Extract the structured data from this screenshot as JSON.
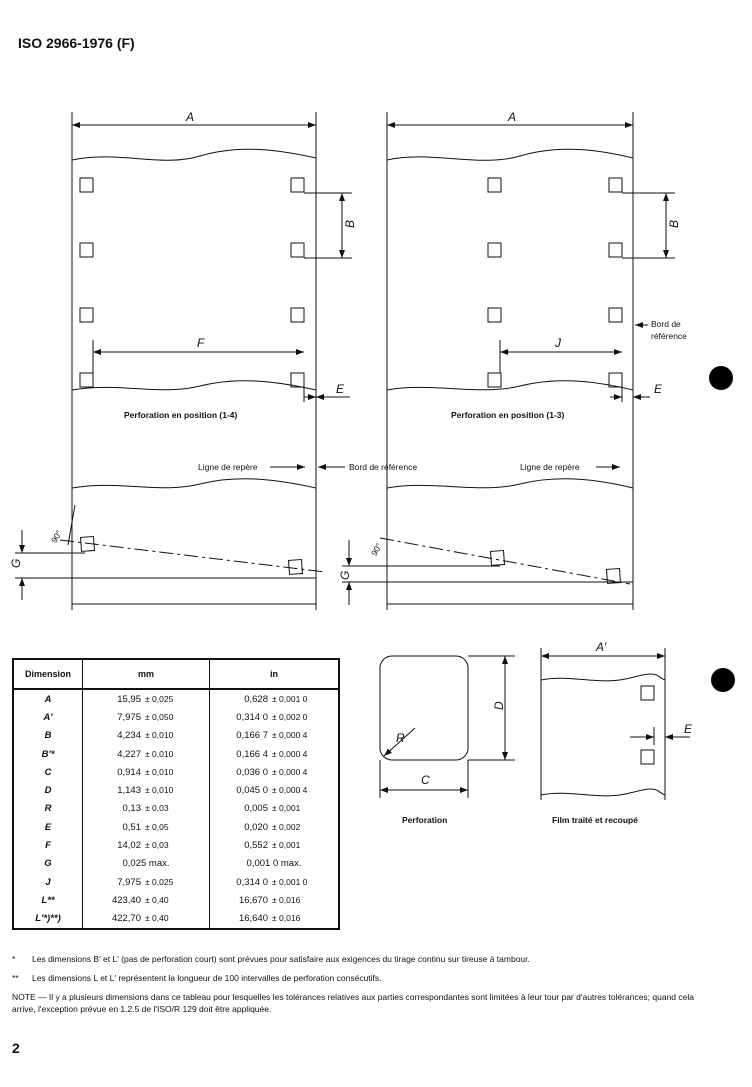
{
  "header": {
    "title": "ISO 2966-1976 (F)"
  },
  "figures": {
    "label_A": "A",
    "label_A_prime": "A′",
    "label_B": "B",
    "label_C": "C",
    "label_D": "D",
    "label_E": "E",
    "label_F": "F",
    "label_G": "G",
    "label_J": "J",
    "label_R": "R",
    "angle": "90°",
    "caption_1_4": "Perforation en position (1-4)",
    "caption_1_3": "Perforation en position (1-3)",
    "ligne_de_repere": "Ligne de repère",
    "bord_de_reference": "Bord de référence",
    "bord_de": "Bord de",
    "reference": "référence",
    "caption_perforation": "Perforation",
    "caption_film": "Film traité et recoupé"
  },
  "table": {
    "headers": [
      "Dimension",
      "mm",
      "in"
    ],
    "rows": [
      {
        "dim": "A",
        "mm": "15,95",
        "mm_tol": "± 0,025",
        "in": "0,628",
        "in_tol": "± 0,001 0"
      },
      {
        "dim": "A′",
        "mm": "7,975",
        "mm_tol": "± 0,050",
        "in": "0,314 0",
        "in_tol": "± 0,002 0"
      },
      {
        "dim": "B",
        "mm": "4,234",
        "mm_tol": "± 0,010",
        "in": "0,166 7",
        "in_tol": "± 0,000 4"
      },
      {
        "dim": "B′*",
        "mm": "4,227",
        "mm_tol": "± 0,010",
        "in": "0,166 4",
        "in_tol": "± 0,000 4"
      },
      {
        "dim": "C",
        "mm": "0,914",
        "mm_tol": "± 0,010",
        "in": "0,036 0",
        "in_tol": "± 0,000 4"
      },
      {
        "dim": "D",
        "mm": "1,143",
        "mm_tol": "± 0,010",
        "in": "0,045 0",
        "in_tol": "± 0,000 4"
      },
      {
        "dim": "R",
        "mm": "0,13",
        "mm_tol": "± 0,03",
        "in": "0,005",
        "in_tol": "± 0,001"
      },
      {
        "dim": "E",
        "mm": "0,51",
        "mm_tol": "± 0,05",
        "in": "0,020",
        "in_tol": "± 0,002"
      },
      {
        "dim": "F",
        "mm": "14,02",
        "mm_tol": "± 0,03",
        "in": "0,552",
        "in_tol": "± 0,001"
      },
      {
        "dim": "G",
        "mm_full": "0,025 max.",
        "in_full": "0,001 0 max."
      },
      {
        "dim": "J",
        "mm": "7,975",
        "mm_tol": "± 0,025",
        "in": "0,314 0",
        "in_tol": "± 0,001 0"
      },
      {
        "dim": "L**",
        "mm": "423,40",
        "mm_tol": "± 0,40",
        "in": "16,670",
        "in_tol": "± 0,016"
      },
      {
        "dim": "L′*)**)",
        "mm": "422,70",
        "mm_tol": "± 0,40",
        "in": "16,640",
        "in_tol": "± 0,016"
      }
    ]
  },
  "notes": {
    "n1_mark": "*",
    "n1": "Les dimensions B′ et L′ (pas de perforation court) sont prévues pour satisfaire aux exigences du tirage continu sur tireuse à tambour.",
    "n2_mark": "**",
    "n2": "Les dimensions L et L′ représentent la longueur de 100 intervalles de perforation consécutifs.",
    "note": "NOTE — Il y a plusieurs dimensions dans ce tableau pour lesquelles les tolérances relatives aux parties correspondantes sont limitées à leur tour par d'autres tolérances; quand cela arrive, l'exception prévue en 1.2.5 de l'ISO/R 129 doit être appliquée."
  },
  "page_number": "2"
}
